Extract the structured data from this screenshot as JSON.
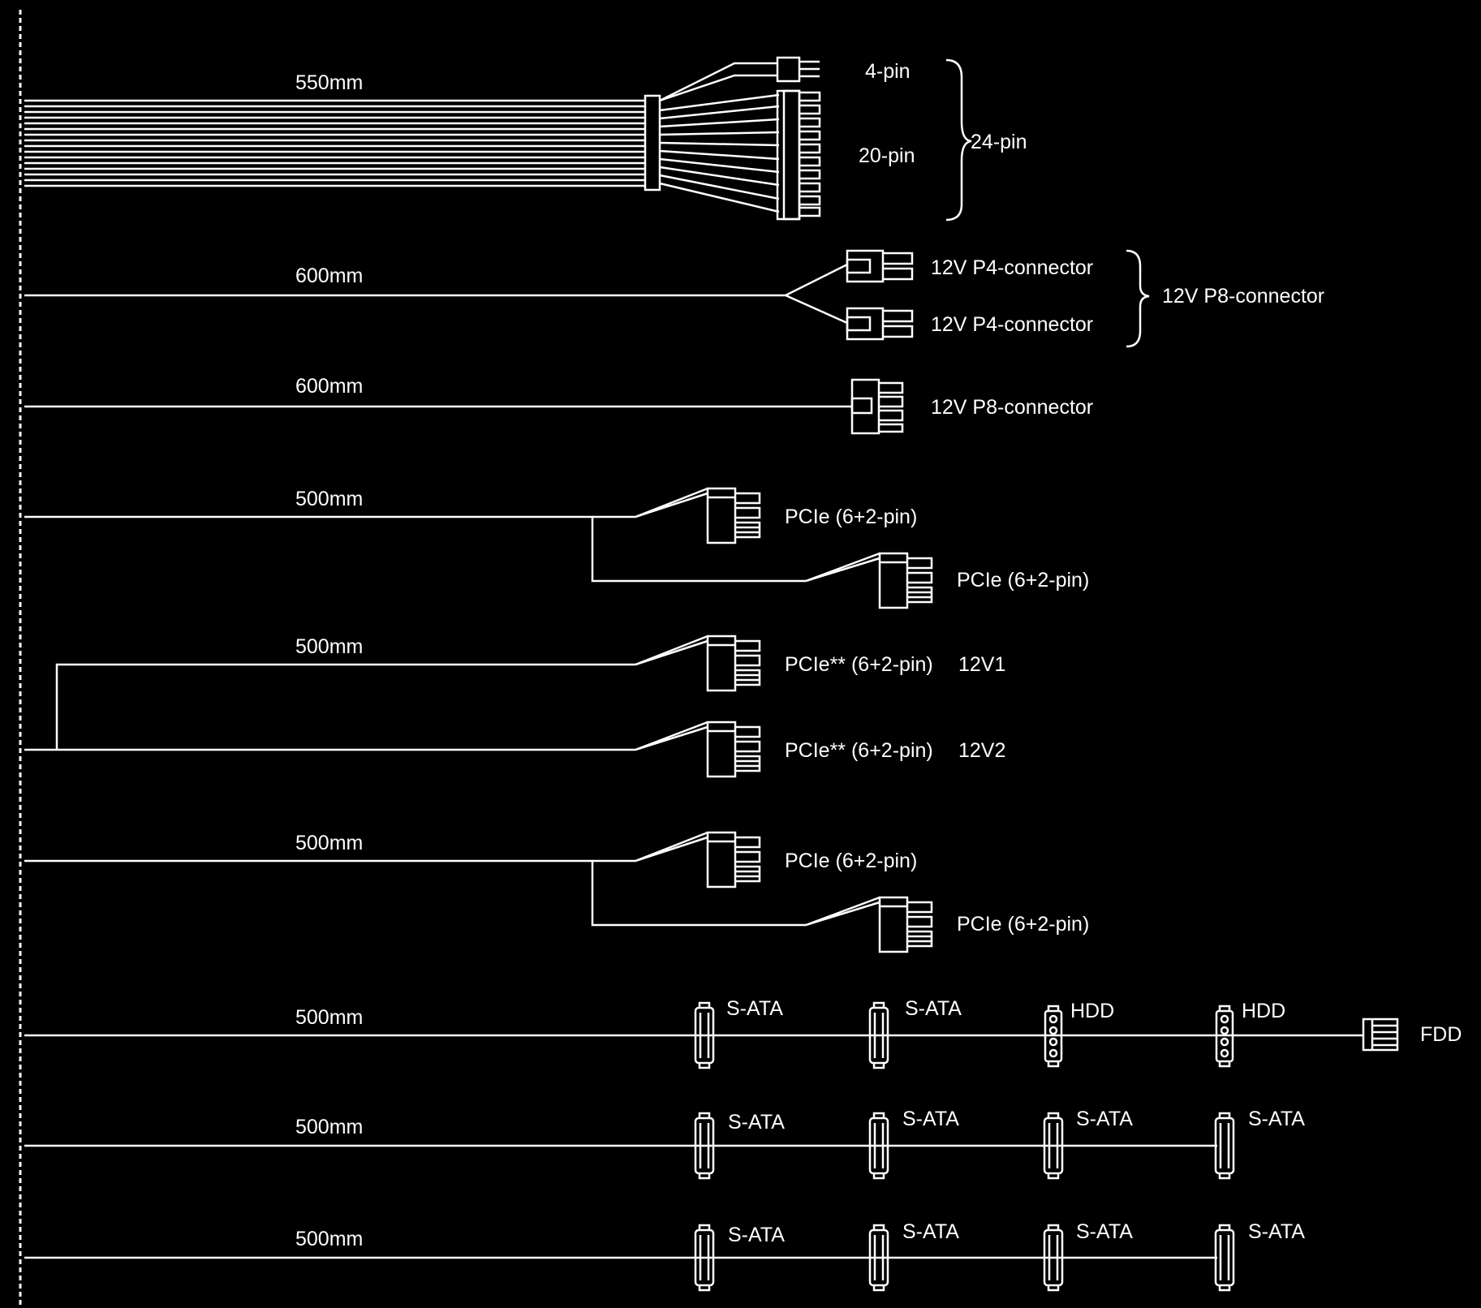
{
  "cables": [
    {
      "length": "550mm",
      "labels": {
        "four_pin": "4-pin",
        "twenty_pin": "20-pin",
        "group": "24-pin"
      }
    },
    {
      "length": "600mm",
      "labels": {
        "p4_top": "12V P4-connector",
        "p4_bottom": "12V P4-connector",
        "group": "12V P8-connector"
      }
    },
    {
      "length": "600mm",
      "labels": {
        "p8": "12V P8-connector"
      }
    },
    {
      "length": "500mm",
      "labels": {
        "pcie_a": "PCIe (6+2-pin)",
        "pcie_b": "PCIe (6+2-pin)"
      }
    },
    {
      "length": "500mm",
      "labels": {
        "pcie_a": "PCIe** (6+2-pin)",
        "rail_a": "12V1",
        "pcie_b": "PCIe** (6+2-pin)",
        "rail_b": "12V2"
      }
    },
    {
      "length": "500mm",
      "labels": {
        "pcie_a": "PCIe (6+2-pin)",
        "pcie_b": "PCIe (6+2-pin)"
      }
    },
    {
      "length": "500mm",
      "labels": {
        "c1": "S-ATA",
        "c2": "S-ATA",
        "c3": "HDD",
        "c4": "HDD",
        "c5": "FDD"
      }
    },
    {
      "length": "500mm",
      "labels": {
        "c1": "S-ATA",
        "c2": "S-ATA",
        "c3": "S-ATA",
        "c4": "S-ATA"
      }
    },
    {
      "length": "500mm",
      "labels": {
        "c1": "S-ATA",
        "c2": "S-ATA",
        "c3": "S-ATA",
        "c4": "S-ATA"
      }
    }
  ],
  "colors": {
    "background": "#000000",
    "line": "#ffffff"
  }
}
